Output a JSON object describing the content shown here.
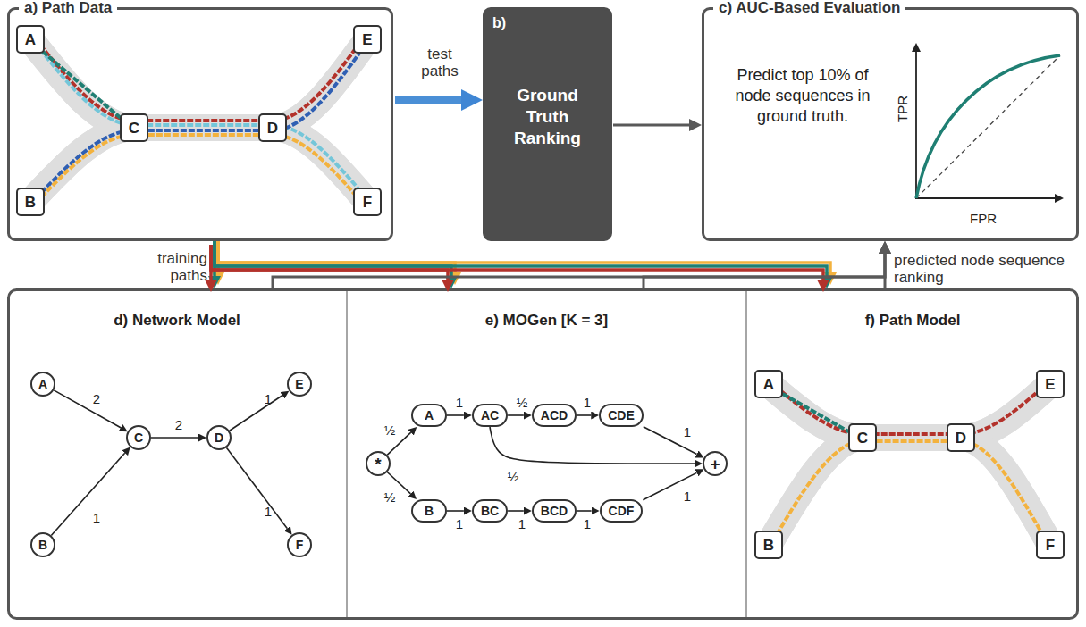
{
  "diagram": {
    "nodes": [
      {
        "text": [
          "a) Path Data"
        ]
      },
      {
        "text": [
          "A"
        ],
        "in": 0
      },
      {
        "text": [
          "E"
        ],
        "in": 0
      },
      {
        "text": [
          "C"
        ],
        "in": 0
      },
      {
        "text": [
          "D"
        ],
        "in": 0
      },
      {
        "text": [
          "B"
        ],
        "in": 0
      },
      {
        "text": [
          "F"
        ],
        "in": 0
      },
      {
        "text": [
          "b)",
          "Ground Truth Ranking"
        ]
      },
      {
        "text": [
          "c) AUC-Based Evaluation",
          "Predict top 10% of node sequences in ground truth."
        ]
      },
      {
        "text": [
          "d) Network Model"
        ]
      },
      {
        "text": [
          "A"
        ],
        "in": 9
      },
      {
        "text": [
          "E"
        ],
        "in": 9
      },
      {
        "text": [
          "C"
        ],
        "in": 9
      },
      {
        "text": [
          "D"
        ],
        "in": 9
      },
      {
        "text": [
          "B"
        ],
        "in": 9
      },
      {
        "text": [
          "F"
        ],
        "in": 9
      },
      {
        "text": [
          "e) MOGen [K = 3]"
        ]
      },
      {
        "text": [
          "A"
        ],
        "in": 16
      },
      {
        "text": [
          "AC"
        ],
        "in": 16
      },
      {
        "text": [
          "ACD"
        ],
        "in": 16
      },
      {
        "text": [
          "CDE"
        ],
        "in": 16
      },
      {
        "text": [
          "*"
        ],
        "in": 16
      },
      {
        "text": [
          "+"
        ],
        "in": 16
      },
      {
        "text": [
          "B"
        ],
        "in": 16
      },
      {
        "text": [
          "BC"
        ],
        "in": 16
      },
      {
        "text": [
          "BCD"
        ],
        "in": 16
      },
      {
        "text": [
          "CDF"
        ],
        "in": 16
      },
      {
        "text": [
          "f) Path Model"
        ]
      },
      {
        "text": [
          "A"
        ],
        "in": 27
      },
      {
        "text": [
          "E"
        ],
        "in": 27
      },
      {
        "text": [
          "C"
        ],
        "in": 27
      },
      {
        "text": [
          "D"
        ],
        "in": 27
      },
      {
        "text": [
          "B"
        ],
        "in": 27
      },
      {
        "text": [
          "F"
        ],
        "in": 27
      }
    ],
    "edges": [
      {
        "from": 0,
        "to": 7,
        "arrow": "to",
        "label": "test paths"
      },
      {
        "from": 7,
        "to": 8,
        "arrow": "to"
      },
      {
        "from": 0,
        "to": 9,
        "arrow": "to",
        "label": "training paths"
      },
      {
        "from": 0,
        "to": 16,
        "arrow": "to"
      },
      {
        "from": 0,
        "to": 27,
        "arrow": "to"
      },
      {
        "from": 9,
        "to": 8,
        "arrow": "to"
      },
      {
        "from": 16,
        "to": 8,
        "arrow": "to"
      },
      {
        "from": 27,
        "to": 8,
        "arrow": "to",
        "label": "predicted node sequence ranking"
      },
      {
        "from": 10,
        "to": 12,
        "arrow": "to",
        "label": "2"
      },
      {
        "from": 14,
        "to": 12,
        "arrow": "to",
        "label": "1"
      },
      {
        "from": 12,
        "to": 13,
        "arrow": "to",
        "label": "2"
      },
      {
        "from": 13,
        "to": 11,
        "arrow": "to",
        "label": "1"
      },
      {
        "from": 13,
        "to": 15,
        "arrow": "to",
        "label": "1"
      },
      {
        "from": 21,
        "to": 17,
        "arrow": "to",
        "label": "½"
      },
      {
        "from": 21,
        "to": 23,
        "arrow": "to",
        "label": "½"
      },
      {
        "from": 17,
        "to": 18,
        "arrow": "to",
        "label": "1"
      },
      {
        "from": 18,
        "to": 19,
        "arrow": "to",
        "label": "½"
      },
      {
        "from": 19,
        "to": 20,
        "arrow": "to",
        "label": "1"
      },
      {
        "from": 20,
        "to": 22,
        "arrow": "to",
        "label": "1"
      },
      {
        "from": 18,
        "to": 22,
        "arrow": "to",
        "label": "½"
      },
      {
        "from": 23,
        "to": 24,
        "arrow": "to",
        "label": "1"
      },
      {
        "from": 24,
        "to": 25,
        "arrow": "to",
        "label": "1"
      },
      {
        "from": 25,
        "to": 26,
        "arrow": "to",
        "label": "1"
      },
      {
        "from": 26,
        "to": 22,
        "arrow": "to",
        "label": "1"
      }
    ],
    "labels": [
      "TPR",
      "FPR"
    ]
  }
}
